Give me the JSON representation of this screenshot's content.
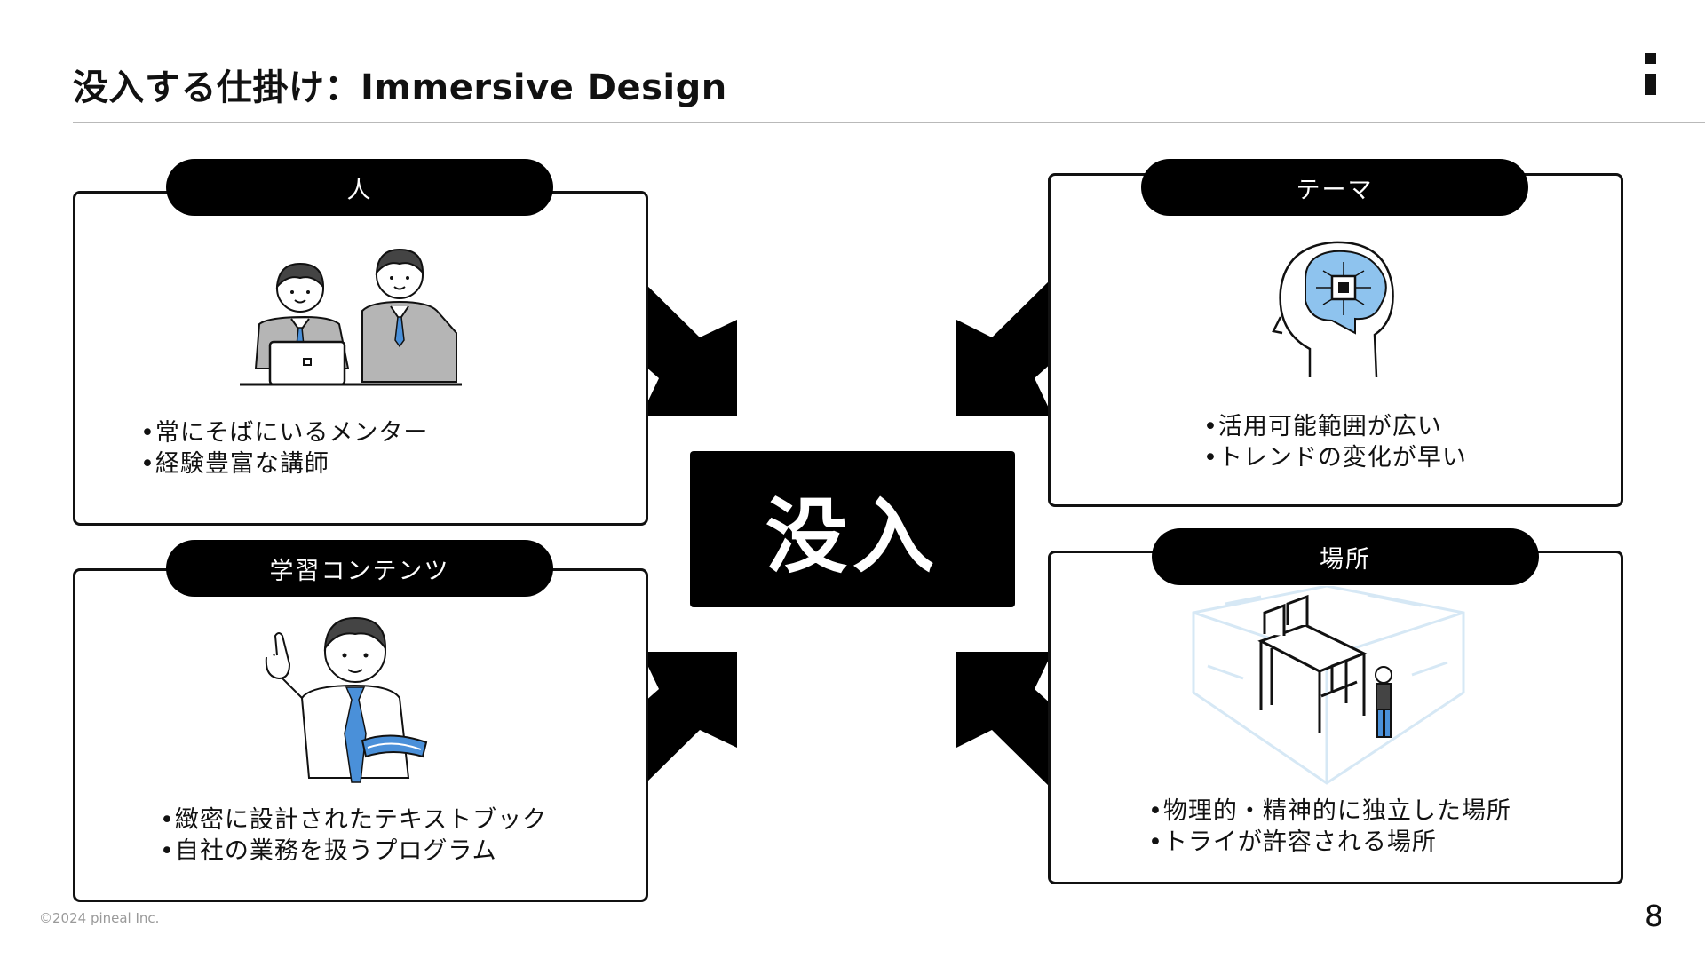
{
  "slide": {
    "title": "没入する仕掛け：Immersive Design",
    "copyright": "©2024 pineal Inc.",
    "page_number": "8"
  },
  "center": {
    "label": "没入"
  },
  "cards": {
    "people": {
      "label": "人",
      "bullets": [
        "•常にそばにいるメンター",
        "•経験豊富な講師"
      ]
    },
    "theme": {
      "label": "テーマ",
      "bullets": [
        "•活用可能範囲が広い",
        "•トレンドの変化が早い"
      ]
    },
    "content": {
      "label": "学習コンテンツ",
      "bullets": [
        "•緻密に設計されたテキストブック",
        "•自社の業務を扱うプログラム"
      ]
    },
    "place": {
      "label": "場所",
      "bullets": [
        "•物理的・精神的に独立した場所",
        "•トライが許容される場所"
      ]
    }
  },
  "colors": {
    "ink": "#111111",
    "accent_blue": "#4a90d9",
    "light_blue": "#d6e8f5",
    "suit_gray": "#b5b5b5"
  }
}
